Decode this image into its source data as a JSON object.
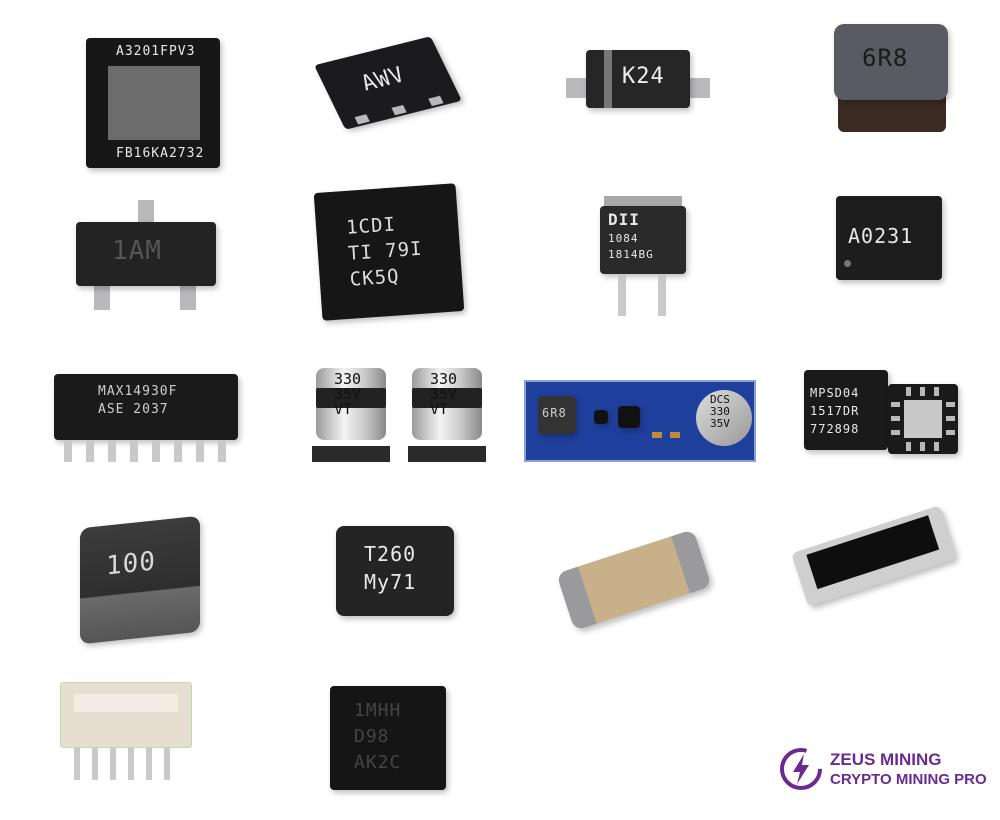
{
  "components": {
    "bga_chip": {
      "top": "A3201FPV3",
      "bottom": "FB16KA2732"
    },
    "awv_chip": {
      "mark": "AWV"
    },
    "k24_diode": {
      "mark": "K24"
    },
    "inductor_6r8": {
      "mark": "6R8"
    },
    "sot23": {
      "mark": "1AM"
    },
    "qfn_ti": {
      "line1": "1CDI",
      "line2": "TI  79I",
      "line3": "CK5Q"
    },
    "dpak": {
      "logo": "DII",
      "line1": "1084",
      "line2": "1814BG"
    },
    "a0231_chip": {
      "mark": "A0231"
    },
    "soic": {
      "line1": "MAX14930F",
      "line2": "ASE 2037"
    },
    "cap_left": {
      "text": "330\n35V\nVT"
    },
    "cap_right": {
      "text": "330\n35V\nVT"
    },
    "pcb_module": {
      "inductor": "6R8",
      "cap": "DCS\n330\n35V"
    },
    "mpsd04_chip": {
      "line1": "MPSD04",
      "line2": "1517DR",
      "line3": "772898"
    },
    "inductor_100": {
      "mark": "100"
    },
    "t260_chip": {
      "line1": "T260",
      "line2": "My71"
    },
    "lga_chip": {
      "line1": "1MHH",
      "line2": "D98",
      "line3": "AK2C"
    },
    "colors": {
      "brand_purple": "#6b2a8f",
      "chip_black": "#1b1b1d",
      "pcb_blue": "#1f3f9c"
    }
  },
  "logo": {
    "line1": "ZEUS MINING",
    "line2": "CRYPTO MINING PRO",
    "icon": "lightning-circle-icon"
  }
}
